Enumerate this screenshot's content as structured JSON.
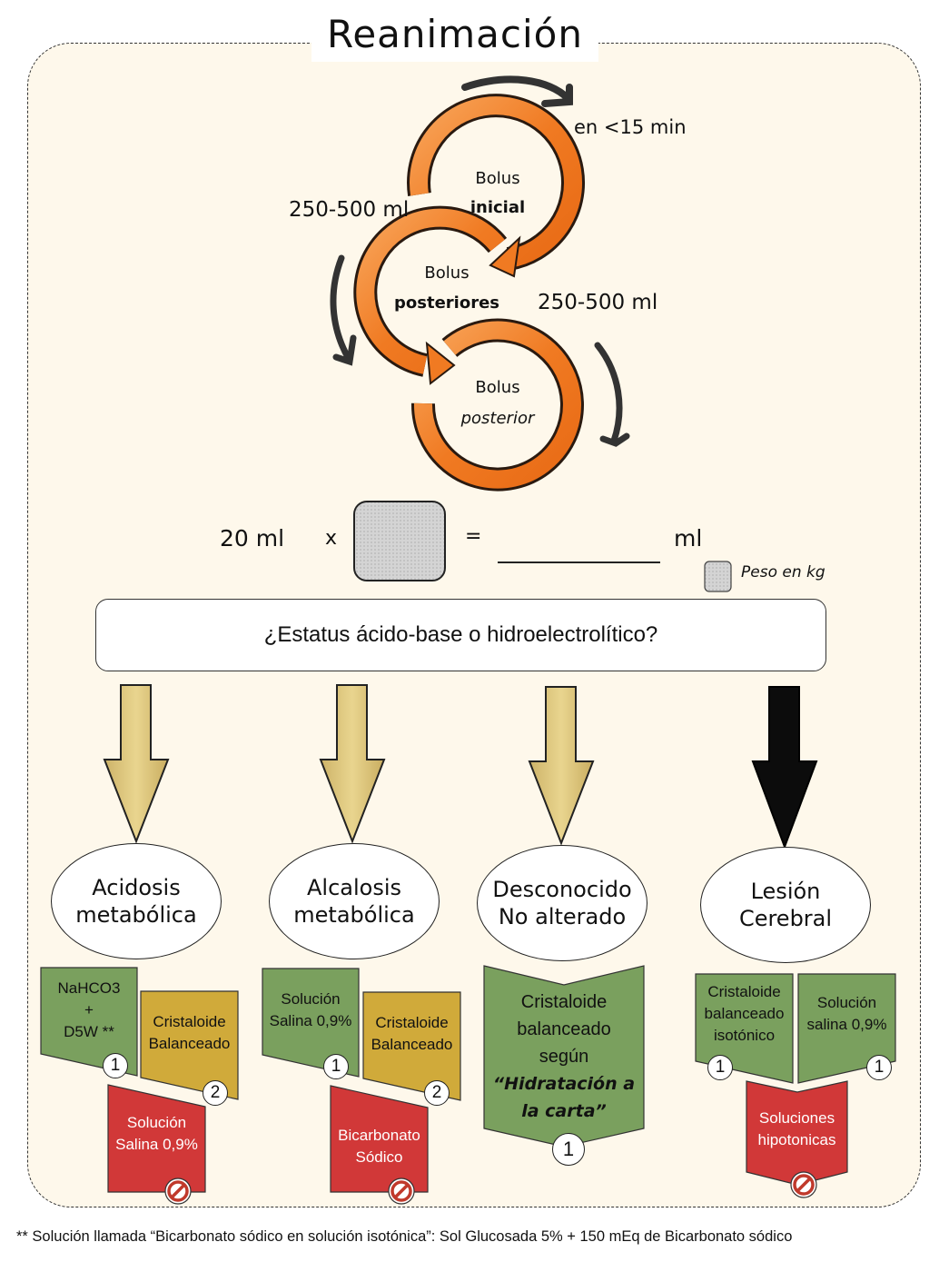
{
  "title": "Reanimación",
  "cycle": {
    "time_label": "en <15 min",
    "volume_left": "250-500 ml",
    "volume_right": "250-500 ml",
    "bolus_initial": {
      "line1": "Bolus",
      "line2": "inicial"
    },
    "bolus_later_plural": {
      "line1": "Bolus",
      "line2": "posteriores"
    },
    "bolus_later": {
      "line1": "Bolus",
      "line2": "posterior"
    }
  },
  "formula": {
    "dose": "20 ml",
    "times": "x",
    "equals": "=",
    "unit": "ml",
    "legend_label": "Peso en kg"
  },
  "question": "¿Estatus ácido-base o hidroelectrolítico?",
  "colors": {
    "green": "#7aa05e",
    "gold": "#d0aa3a",
    "red": "#d13838",
    "orange": "#f0822a",
    "arrow_tan": "#e2cc85",
    "panel": "#fef8eb"
  },
  "branches": [
    {
      "condition": {
        "line1": "Acidosis",
        "line2": "metabólica"
      },
      "options": [
        {
          "text": [
            "NaHCO3",
            "+",
            "D5W **"
          ],
          "rank": "1",
          "type": "green"
        },
        {
          "text": [
            "Cristaloide",
            "Balanceado"
          ],
          "rank": "2",
          "type": "gold"
        },
        {
          "text": [
            "Solución",
            "Salina 0,9%"
          ],
          "rank": "prohibited",
          "type": "red"
        }
      ]
    },
    {
      "condition": {
        "line1": "Alcalosis",
        "line2": "metabólica"
      },
      "options": [
        {
          "text": [
            "Solución",
            "Salina 0,9%"
          ],
          "rank": "1",
          "type": "green"
        },
        {
          "text": [
            "Cristaloide",
            "Balanceado"
          ],
          "rank": "2",
          "type": "gold"
        },
        {
          "text": [
            "Bicarbonato",
            "Sódico"
          ],
          "rank": "prohibited",
          "type": "red"
        }
      ]
    },
    {
      "condition": {
        "line1": "Desconocido",
        "line2": "No alterado"
      },
      "options": [
        {
          "text": [
            "Cristaloide",
            "balanceado",
            "según",
            "“Hidratación a",
            "la carta”"
          ],
          "rank": "1",
          "type": "green"
        }
      ]
    },
    {
      "condition": {
        "line1": "Lesión",
        "line2": "Cerebral"
      },
      "options": [
        {
          "text": [
            "Cristaloide",
            "balanceado",
            "isotónico"
          ],
          "rank": "1",
          "type": "green"
        },
        {
          "text": [
            "Solución",
            "salina 0,9%"
          ],
          "rank": "1",
          "type": "green"
        },
        {
          "text": [
            "Soluciones",
            "hipotonicas"
          ],
          "rank": "prohibited",
          "type": "red"
        }
      ]
    }
  ],
  "footnote": "** Solución llamada “Bicarbonato sódico en solución isotónica”: Sol Glucosada 5% + 150 mEq de Bicarbonato sódico"
}
